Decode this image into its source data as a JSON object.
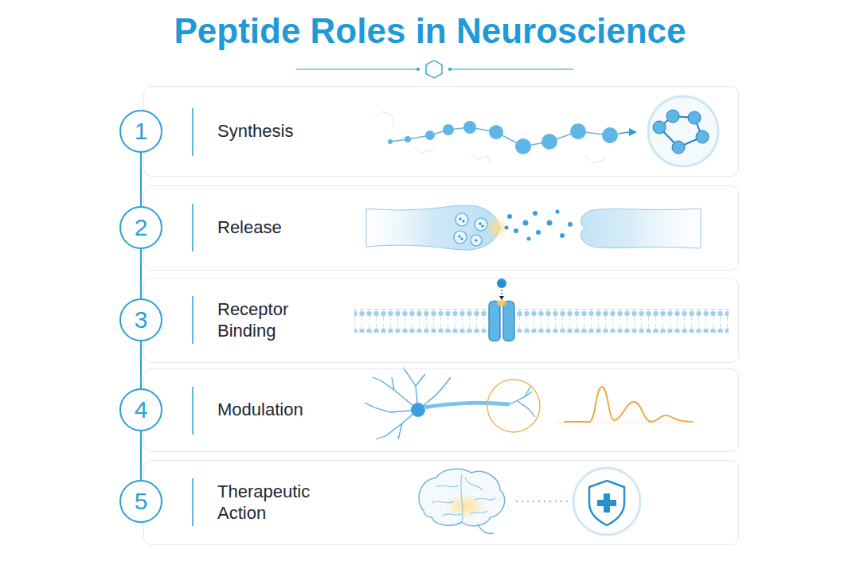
{
  "diagram": {
    "title": "Peptide Roles in Neuroscience",
    "nodes": [
      {
        "text": [
          "1"
        ]
      },
      {
        "text": [
          "Synthesis"
        ]
      },
      {
        "text": [
          "2"
        ]
      },
      {
        "text": [
          "Release"
        ]
      },
      {
        "text": [
          "3"
        ]
      },
      {
        "text": [
          "Receptor Binding"
        ]
      },
      {
        "text": [
          "4"
        ]
      },
      {
        "text": [
          "Modulation"
        ]
      },
      {
        "text": [
          "5"
        ]
      },
      {
        "text": [
          "Therapeutic Action"
        ]
      }
    ],
    "edges": [
      {
        "from": 0,
        "to": 2,
        "arrow": "none"
      },
      {
        "from": 2,
        "to": 4,
        "arrow": "none"
      },
      {
        "from": 4,
        "to": 6,
        "arrow": "none"
      },
      {
        "from": 6,
        "to": 8,
        "arrow": "none"
      }
    ]
  }
}
